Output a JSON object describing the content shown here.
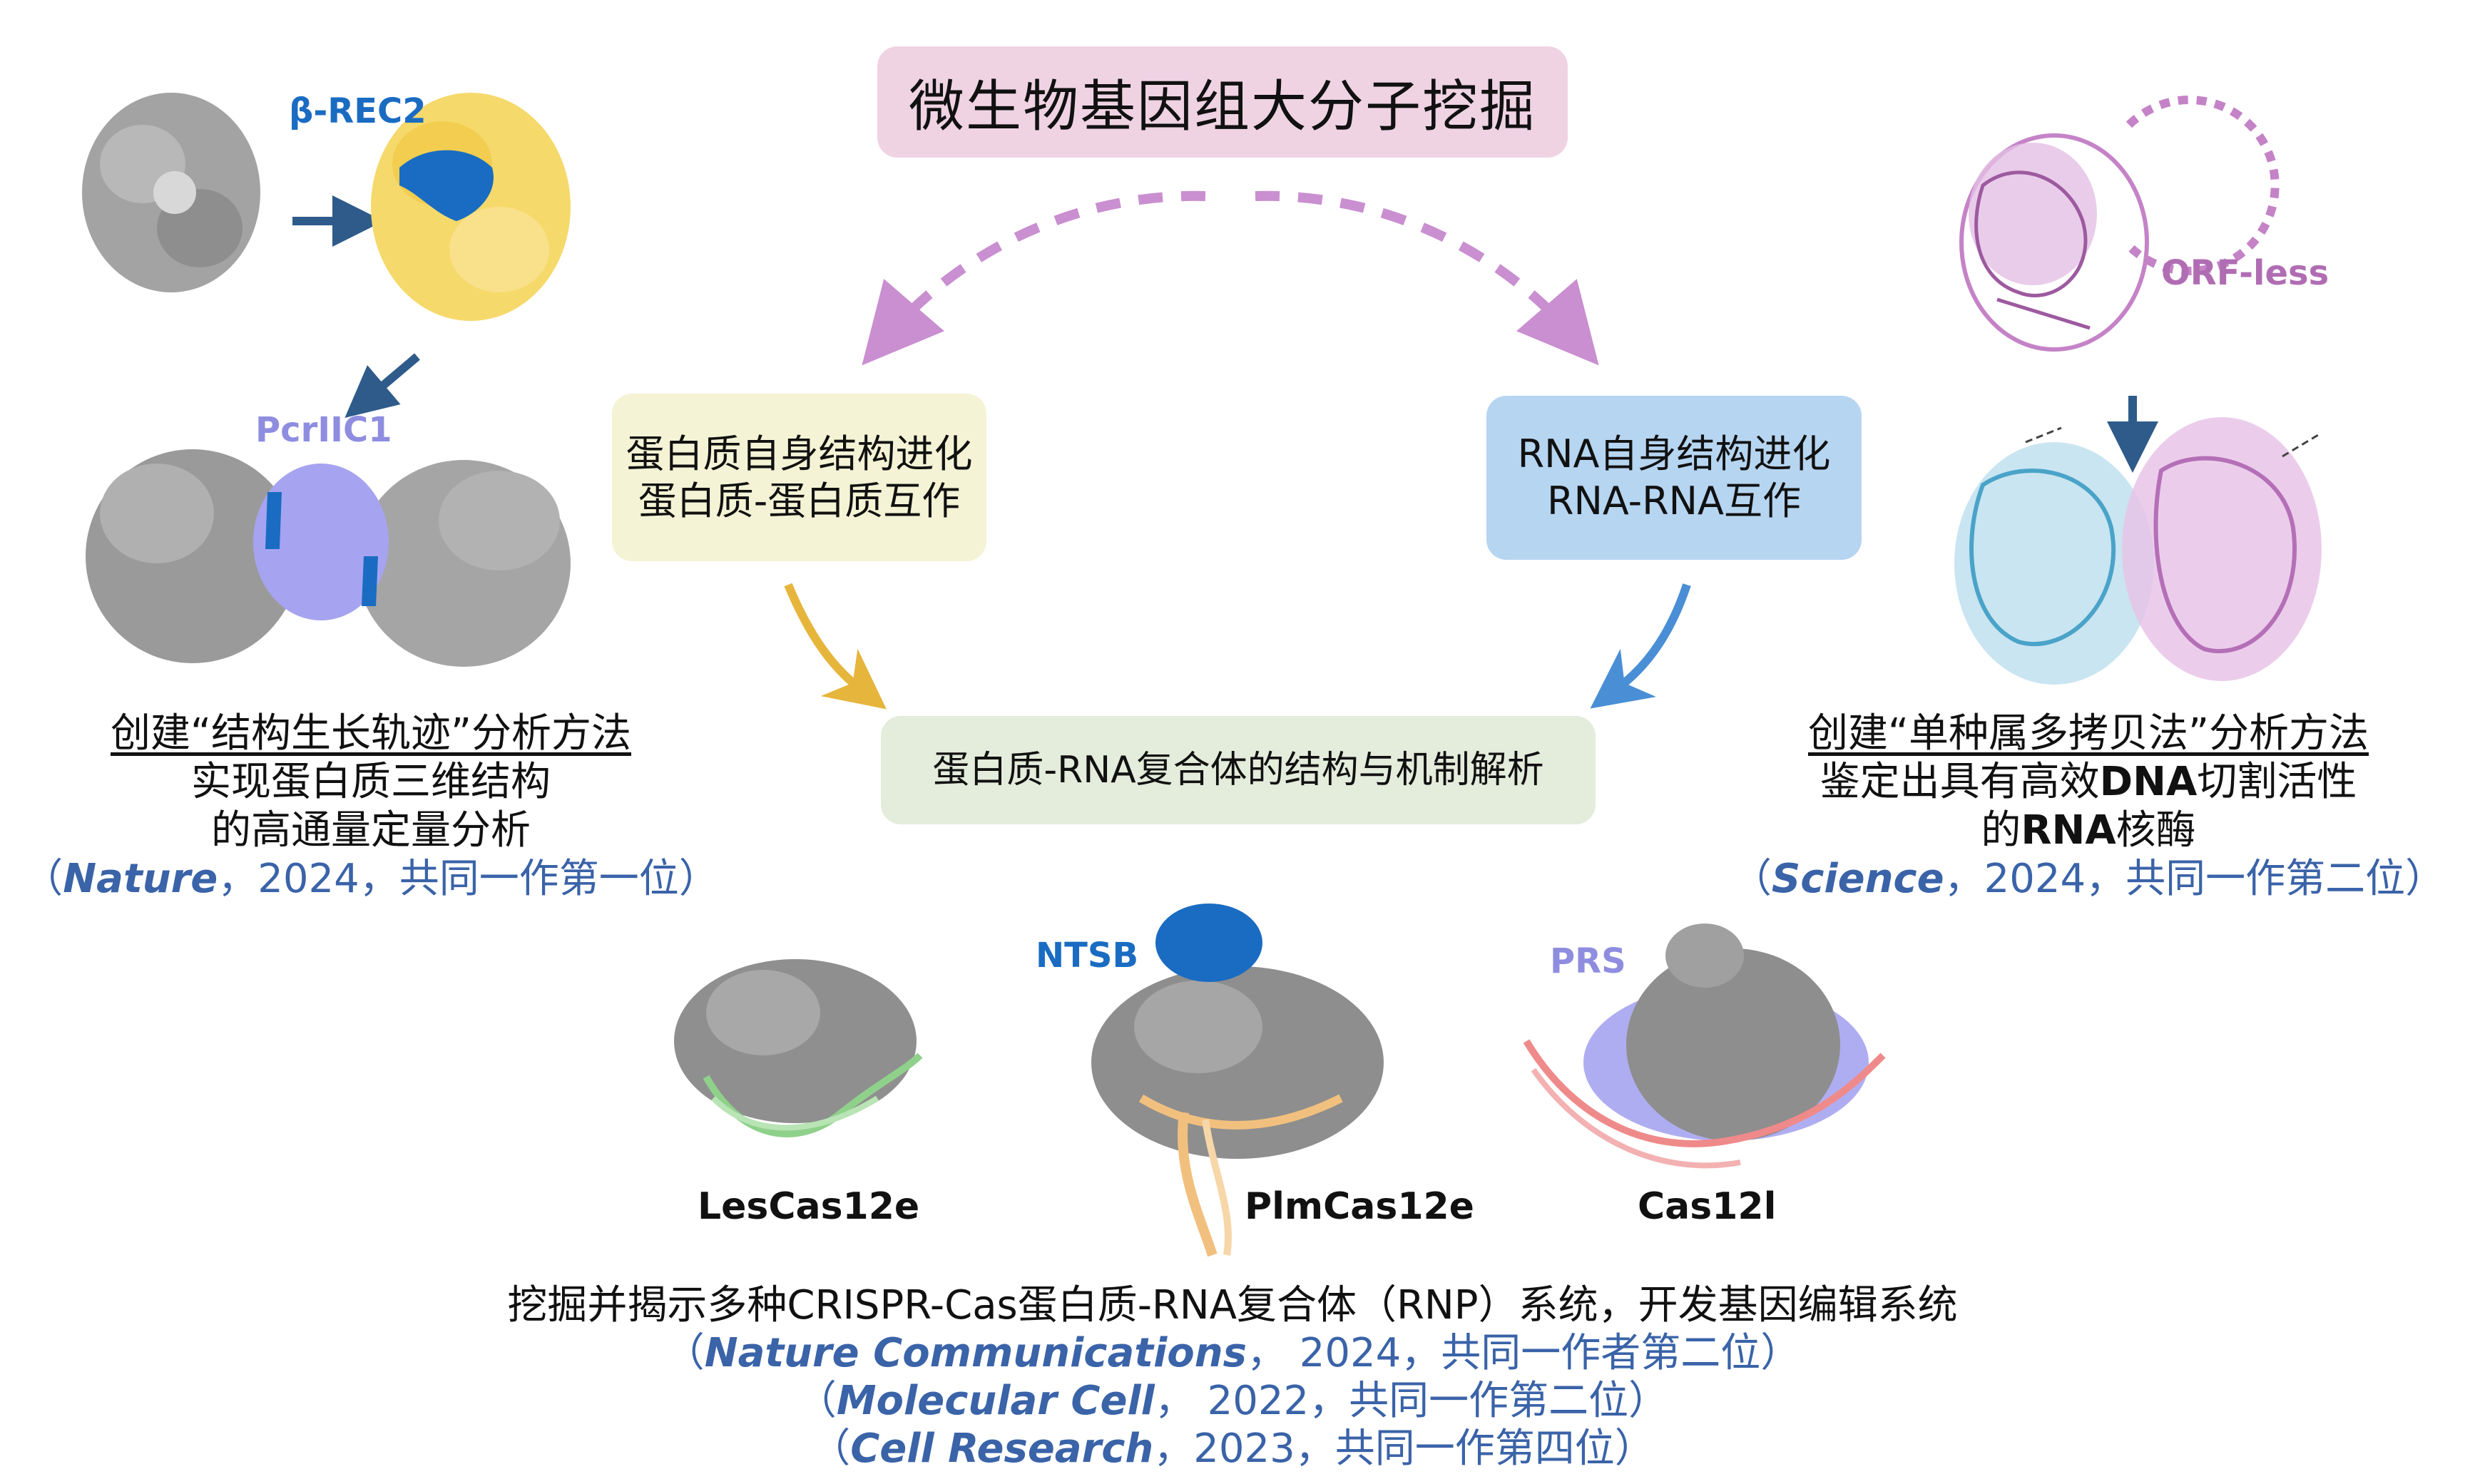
{
  "title": "微生物基因组大分子挖掘",
  "left_box": {
    "line1": "蛋白质自身结构进化",
    "line2": "蛋白质-蛋白质互作"
  },
  "right_box": {
    "line1": "RNA自身结构进化",
    "line2": "RNA-RNA互作"
  },
  "center_box": {
    "text": "蛋白质-RNA复合体的结构与机制解析"
  },
  "left_panel": {
    "label_top": "β-REC2",
    "label_mid": "PcrIIC1",
    "caption_line1": "创建“结构生长轨迹”分析方法",
    "caption_line2": "实现蛋白质三维结构",
    "caption_line3": "的高通量定量分析",
    "cite_open": "（",
    "cite_journal": "Nature",
    "cite_rest": "，2024，共同一作第一位）"
  },
  "right_panel": {
    "label_top": "ORF-less",
    "caption_line1": "创建“单种属多拷贝法”分析方法",
    "caption_line2_a": "鉴定出具有高效",
    "caption_line2_b": "DNA",
    "caption_line2_c": "切割活性",
    "caption_line3_a": "的",
    "caption_line3_b": "RNA",
    "caption_line3_c": "核酶",
    "cite_open": "（",
    "cite_journal": "Science",
    "cite_rest": "，2024，共同一作第二位）"
  },
  "bottom_panel": {
    "label_ntsb": "NTSB",
    "label_prs": "PRS",
    "names": [
      "LesCas12e",
      "PlmCas12e",
      "Cas12l"
    ],
    "caption": "挖掘并揭示多种CRISPR-Cas蛋白质-RNA复合体（RNP）系统，开发基因编辑系统",
    "cites": [
      {
        "open": "（",
        "journal": "Nature Communications",
        "rest": "，  2024，共同一作者第二位）"
      },
      {
        "open": "（",
        "journal": "Molecular Cell",
        "rest": "，  2022，共同一作第二位）"
      },
      {
        "open": "（",
        "journal": "Cell Research",
        "rest": "，2023，共同一作第四位）"
      }
    ]
  },
  "colors": {
    "title_bg": "#efd3e3",
    "left_box_bg": "#f4f3d5",
    "right_box_bg": "#b6d5f1",
    "center_box_bg": "#e4ecdc",
    "dashed_arrow": "#c98fd0",
    "yellow_arrow": "#e6b53c",
    "blue_arrow": "#4a8fd6",
    "citation_blue": "#3a63a8",
    "protein_gray": "#9a9a9a",
    "protein_yellow": "#f6d96b",
    "protein_blue": "#1a6cc2",
    "protein_lavender": "#a6a4f0",
    "rna_purple": "#c583c7",
    "rna_teal": "#4aa3c8",
    "rna_green": "#8fd18b",
    "rna_orange": "#f2c07e",
    "rna_pink": "#ef8a8a"
  }
}
